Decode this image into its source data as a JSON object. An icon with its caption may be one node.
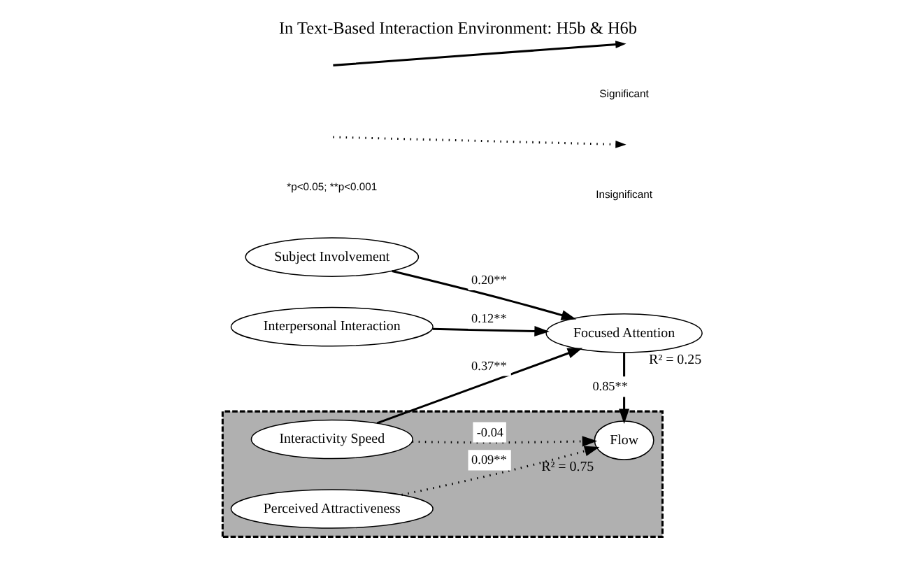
{
  "diagram": {
    "title": "In Text-Based Interaction Environment: H5b & H6b",
    "nodes": [
      {
        "text": [
          "Subject Involvement"
        ]
      },
      {
        "text": [
          "Interpersonal Interaction"
        ]
      },
      {
        "text": [
          "Focused Attention"
        ],
        "beside": [
          "R² = 0.25"
        ]
      },
      {
        "text": [],
        "shape": "box"
      },
      {
        "text": [
          "Interactivity Speed"
        ],
        "in": 3
      },
      {
        "text": [
          "Flow"
        ],
        "in": 3,
        "beside": [
          "R² = 0.75"
        ]
      },
      {
        "text": [
          "Perceived Attractiveness"
        ],
        "in": 3
      }
    ],
    "edges": [
      {
        "from": 0,
        "to": 2,
        "arrow": "to",
        "label": "0.20**"
      },
      {
        "from": 1,
        "to": 2,
        "arrow": "to",
        "label": "0.12**"
      },
      {
        "from": 4,
        "to": 2,
        "arrow": "to",
        "label": "0.37**"
      },
      {
        "from": 2,
        "to": 5,
        "arrow": "to",
        "label": "0.85**"
      },
      {
        "from": 4,
        "to": 5,
        "arrow": "to",
        "label": "-0.04",
        "style": "dashed"
      },
      {
        "from": 6,
        "to": 5,
        "arrow": "to",
        "label": "0.09**",
        "style": "dashed"
      }
    ],
    "labels": [
      "*p<0.05; **p<0.001"
    ],
    "legend": [
      {
        "text": "Significant"
      },
      {
        "text": "Insignificant"
      }
    ]
  }
}
